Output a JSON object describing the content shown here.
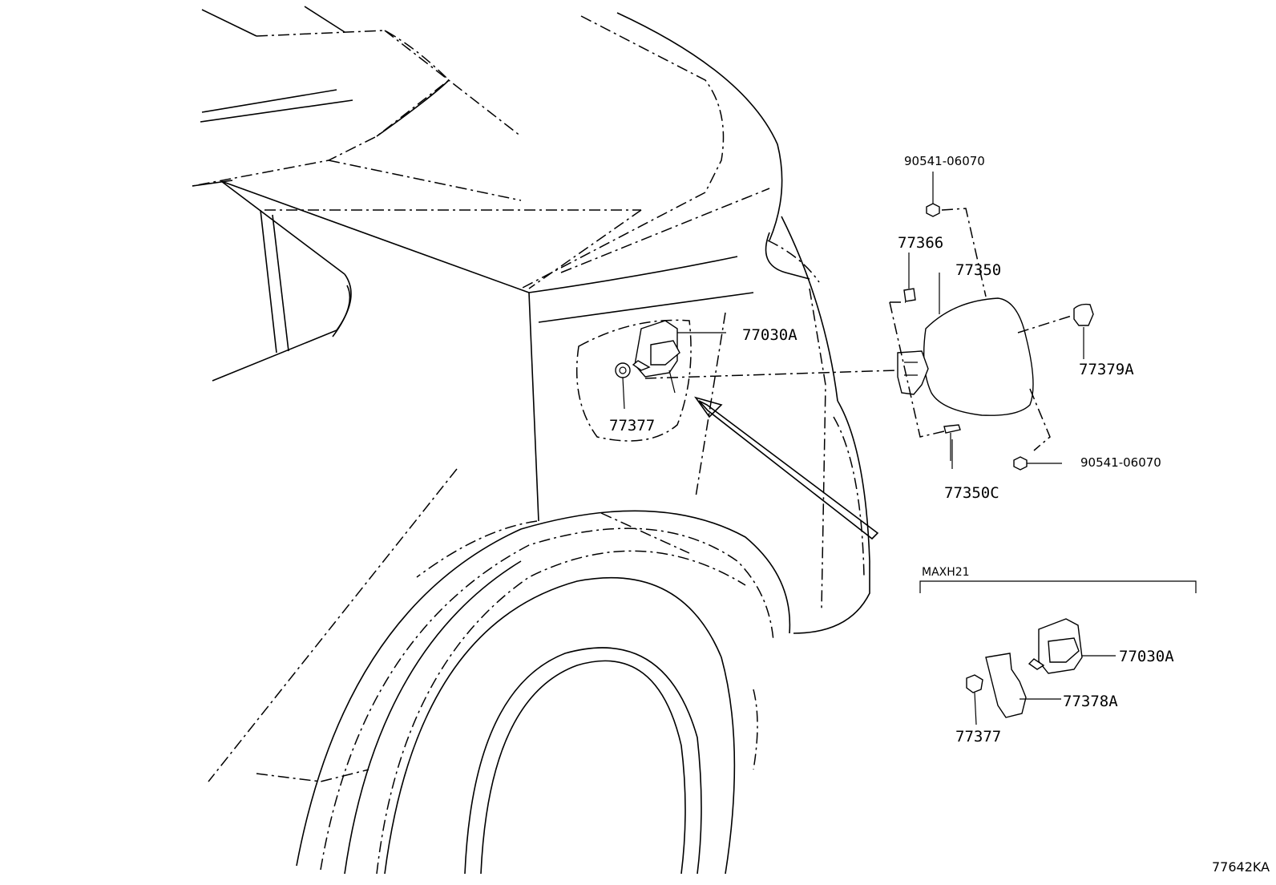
{
  "labels": {
    "bolt_top": "90541-06070",
    "bolt_bottom": "90541-06070",
    "clip": "77366",
    "lid": "77350",
    "actuator_main": "77030A",
    "actuator_alt": "77030A",
    "stopper": "77379A",
    "nut_main": "77377",
    "nut_alt": "77377",
    "screw": "77350C",
    "bracket": "77378A"
  },
  "variant": {
    "title": "MAXH21"
  },
  "diagram_id": "77642KA"
}
